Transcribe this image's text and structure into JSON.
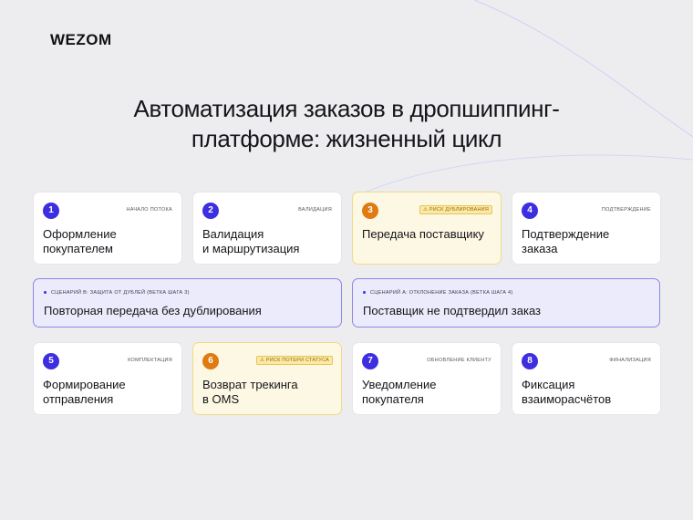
{
  "brand": {
    "logo": "WEZOM"
  },
  "title": {
    "line1": "Автоматизация заказов в дропшиппинг-",
    "line2": "платформе: жизненный цикл"
  },
  "steps": [
    {
      "number": "1",
      "tag": "НАЧАЛО ПОТОКА",
      "label_line1": "Оформление",
      "label_line2": "покупателем",
      "risk": false
    },
    {
      "number": "2",
      "tag": "ВАЛИДАЦИЯ",
      "label_line1": "Валидация",
      "label_line2": "и маршрутизация",
      "risk": false
    },
    {
      "number": "3",
      "tag": "⚠ РИСК ДУБЛИРОВАНИЯ",
      "label_line1": "Передача поставщику",
      "label_line2": "",
      "risk": true
    },
    {
      "number": "4",
      "tag": "ПОДТВЕРЖДЕНИЕ",
      "label_line1": "Подтверждение",
      "label_line2": "заказа",
      "risk": false
    },
    {
      "number": "5",
      "tag": "КОМПЛЕКТАЦИЯ",
      "label_line1": "Формирование",
      "label_line2": "отправления",
      "risk": false
    },
    {
      "number": "6",
      "tag": "⚠ РИСК ПОТЕРИ СТАТУСА",
      "label_line1": "Возврат трекинга",
      "label_line2": "в OMS",
      "risk": true
    },
    {
      "number": "7",
      "tag": "ОБНОВЛЕНИЕ КЛИЕНТУ",
      "label_line1": "Уведомление",
      "label_line2": "покупателя",
      "risk": false
    },
    {
      "number": "8",
      "tag": "ФИНАЛИЗАЦИЯ",
      "label_line1": "Фиксация",
      "label_line2": "взаиморасчётов",
      "risk": false
    }
  ],
  "scenarios": [
    {
      "tag": "СЦЕНАРИЙ B: ЗАЩИТА ОТ ДУБЛЕЙ (ВЕТКА ШАГА 3)",
      "label": "Повторная передача без дублирования"
    },
    {
      "tag": "СЦЕНАРИЙ A: ОТКЛОНЕНИЕ ЗАКАЗА (ВЕТКА ШАГА 4)",
      "label": "Поставщик не подтвердил заказ"
    }
  ],
  "colors": {
    "accent": "#3d2ee0",
    "risk_accent": "#e07a12",
    "risk_background": "#fdf8e3",
    "scenario_background": "#ecebfb",
    "page_background": "#ededf0"
  }
}
